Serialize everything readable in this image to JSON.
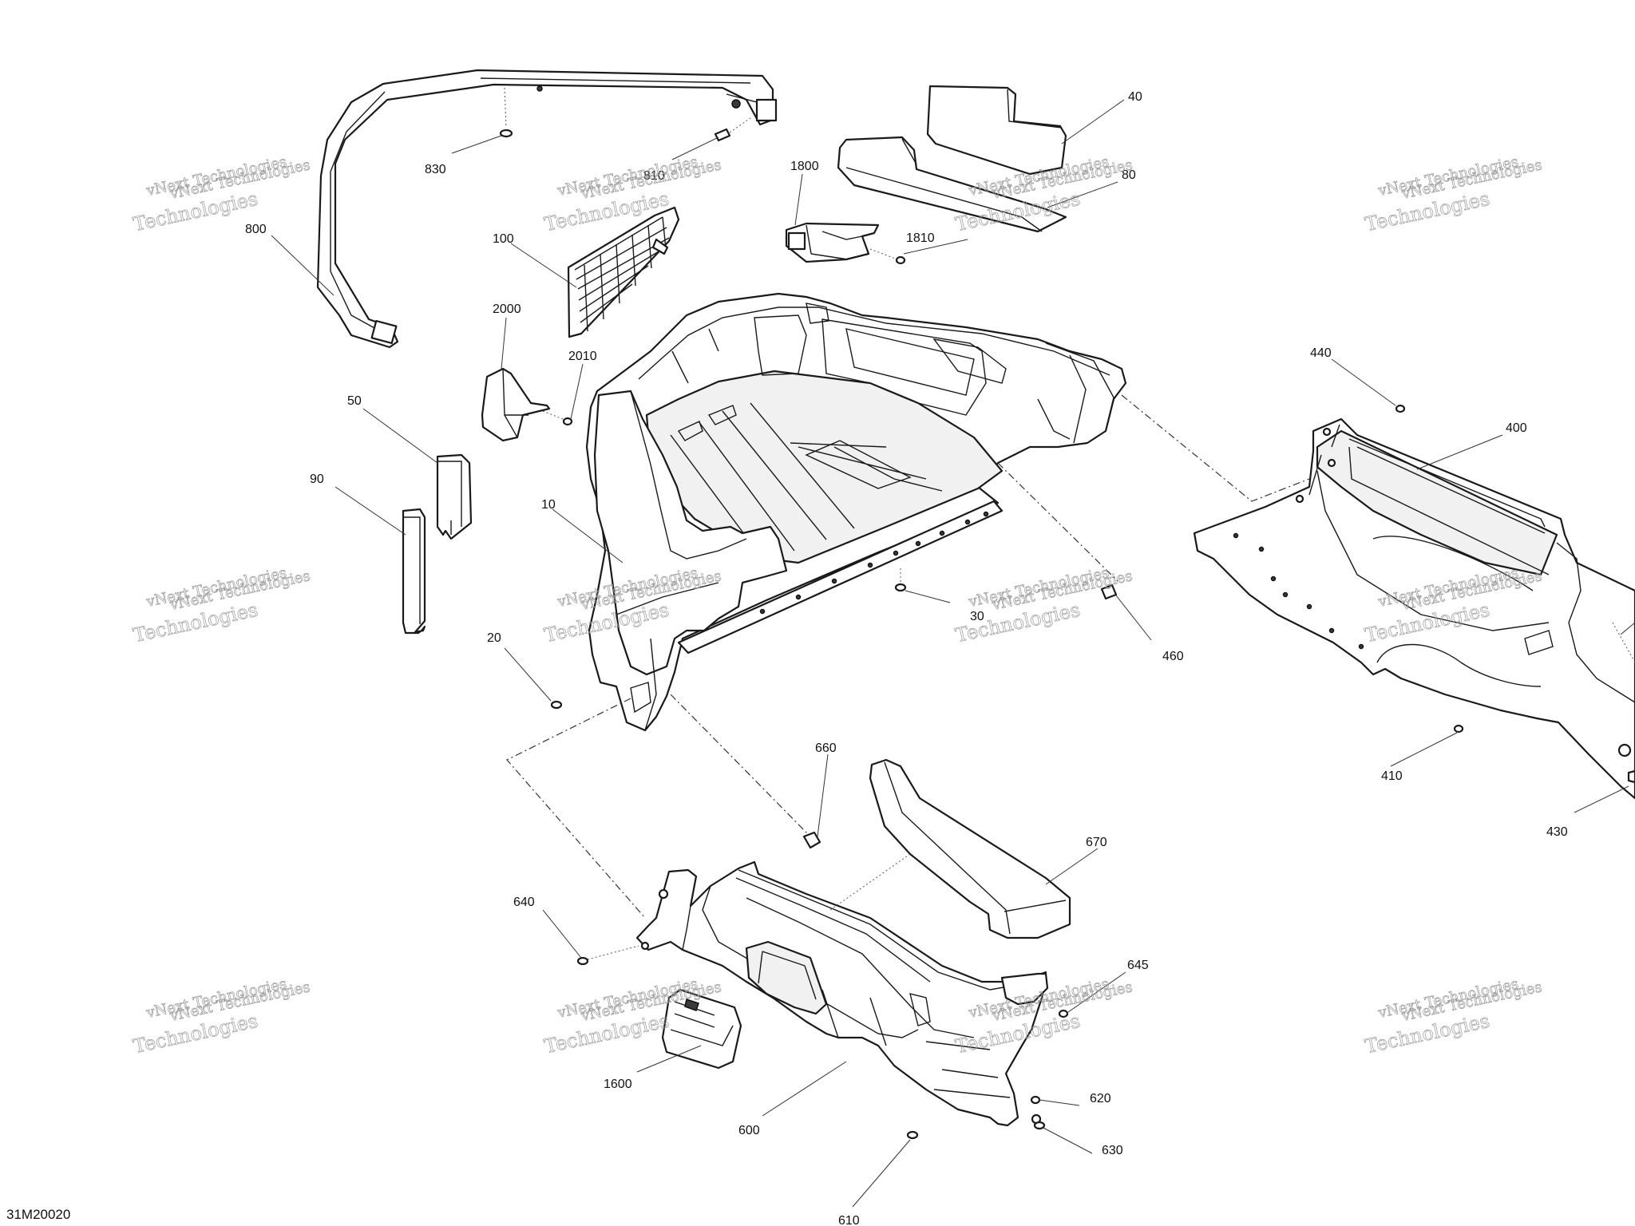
{
  "diagram_code": "31M20020",
  "watermark": {
    "line1": "vNext Technologies",
    "line2": "Technologies"
  },
  "callouts": [
    {
      "id": "c830",
      "text": "830"
    },
    {
      "id": "c810",
      "text": "810"
    },
    {
      "id": "c800",
      "text": "800"
    },
    {
      "id": "c100",
      "text": "100"
    },
    {
      "id": "c1800",
      "text": "1800"
    },
    {
      "id": "c1810",
      "text": "1810"
    },
    {
      "id": "c40",
      "text": "40"
    },
    {
      "id": "c80",
      "text": "80"
    },
    {
      "id": "c2000",
      "text": "2000"
    },
    {
      "id": "c2010",
      "text": "2010"
    },
    {
      "id": "c50",
      "text": "50"
    },
    {
      "id": "c90",
      "text": "90"
    },
    {
      "id": "c10",
      "text": "10"
    },
    {
      "id": "c20",
      "text": "20"
    },
    {
      "id": "c30",
      "text": "30"
    },
    {
      "id": "c460",
      "text": "460"
    },
    {
      "id": "c440",
      "text": "440"
    },
    {
      "id": "c400",
      "text": "400"
    },
    {
      "id": "c410",
      "text": "410"
    },
    {
      "id": "c430",
      "text": "430"
    },
    {
      "id": "c660",
      "text": "660"
    },
    {
      "id": "c670",
      "text": "670"
    },
    {
      "id": "c640",
      "text": "640"
    },
    {
      "id": "c645",
      "text": "645"
    },
    {
      "id": "c1600",
      "text": "1600"
    },
    {
      "id": "c600",
      "text": "600"
    },
    {
      "id": "c620",
      "text": "620"
    },
    {
      "id": "c630",
      "text": "630"
    },
    {
      "id": "c610",
      "text": "610"
    }
  ]
}
